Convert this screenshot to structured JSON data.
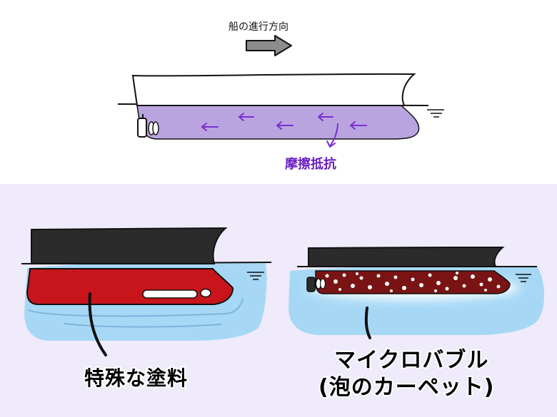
{
  "direction_label": "船の進行方向",
  "friction_label": "摩擦抵抗",
  "coating_label": "特殊な塗料",
  "bubble_label_line1": "マイクロバブル",
  "bubble_label_line2": "(泡のカーペット)",
  "colors": {
    "hull_white": "#ffffff",
    "friction_purple": "#b9a4e0",
    "arrow_purple": "#7b2fd0",
    "deck_black": "#2b2b2b",
    "paint_red": "#c8141b",
    "bubble_hull": "#7a1414",
    "water_blue": "#a6d8f5",
    "panel_lavender": "#efebfb"
  }
}
